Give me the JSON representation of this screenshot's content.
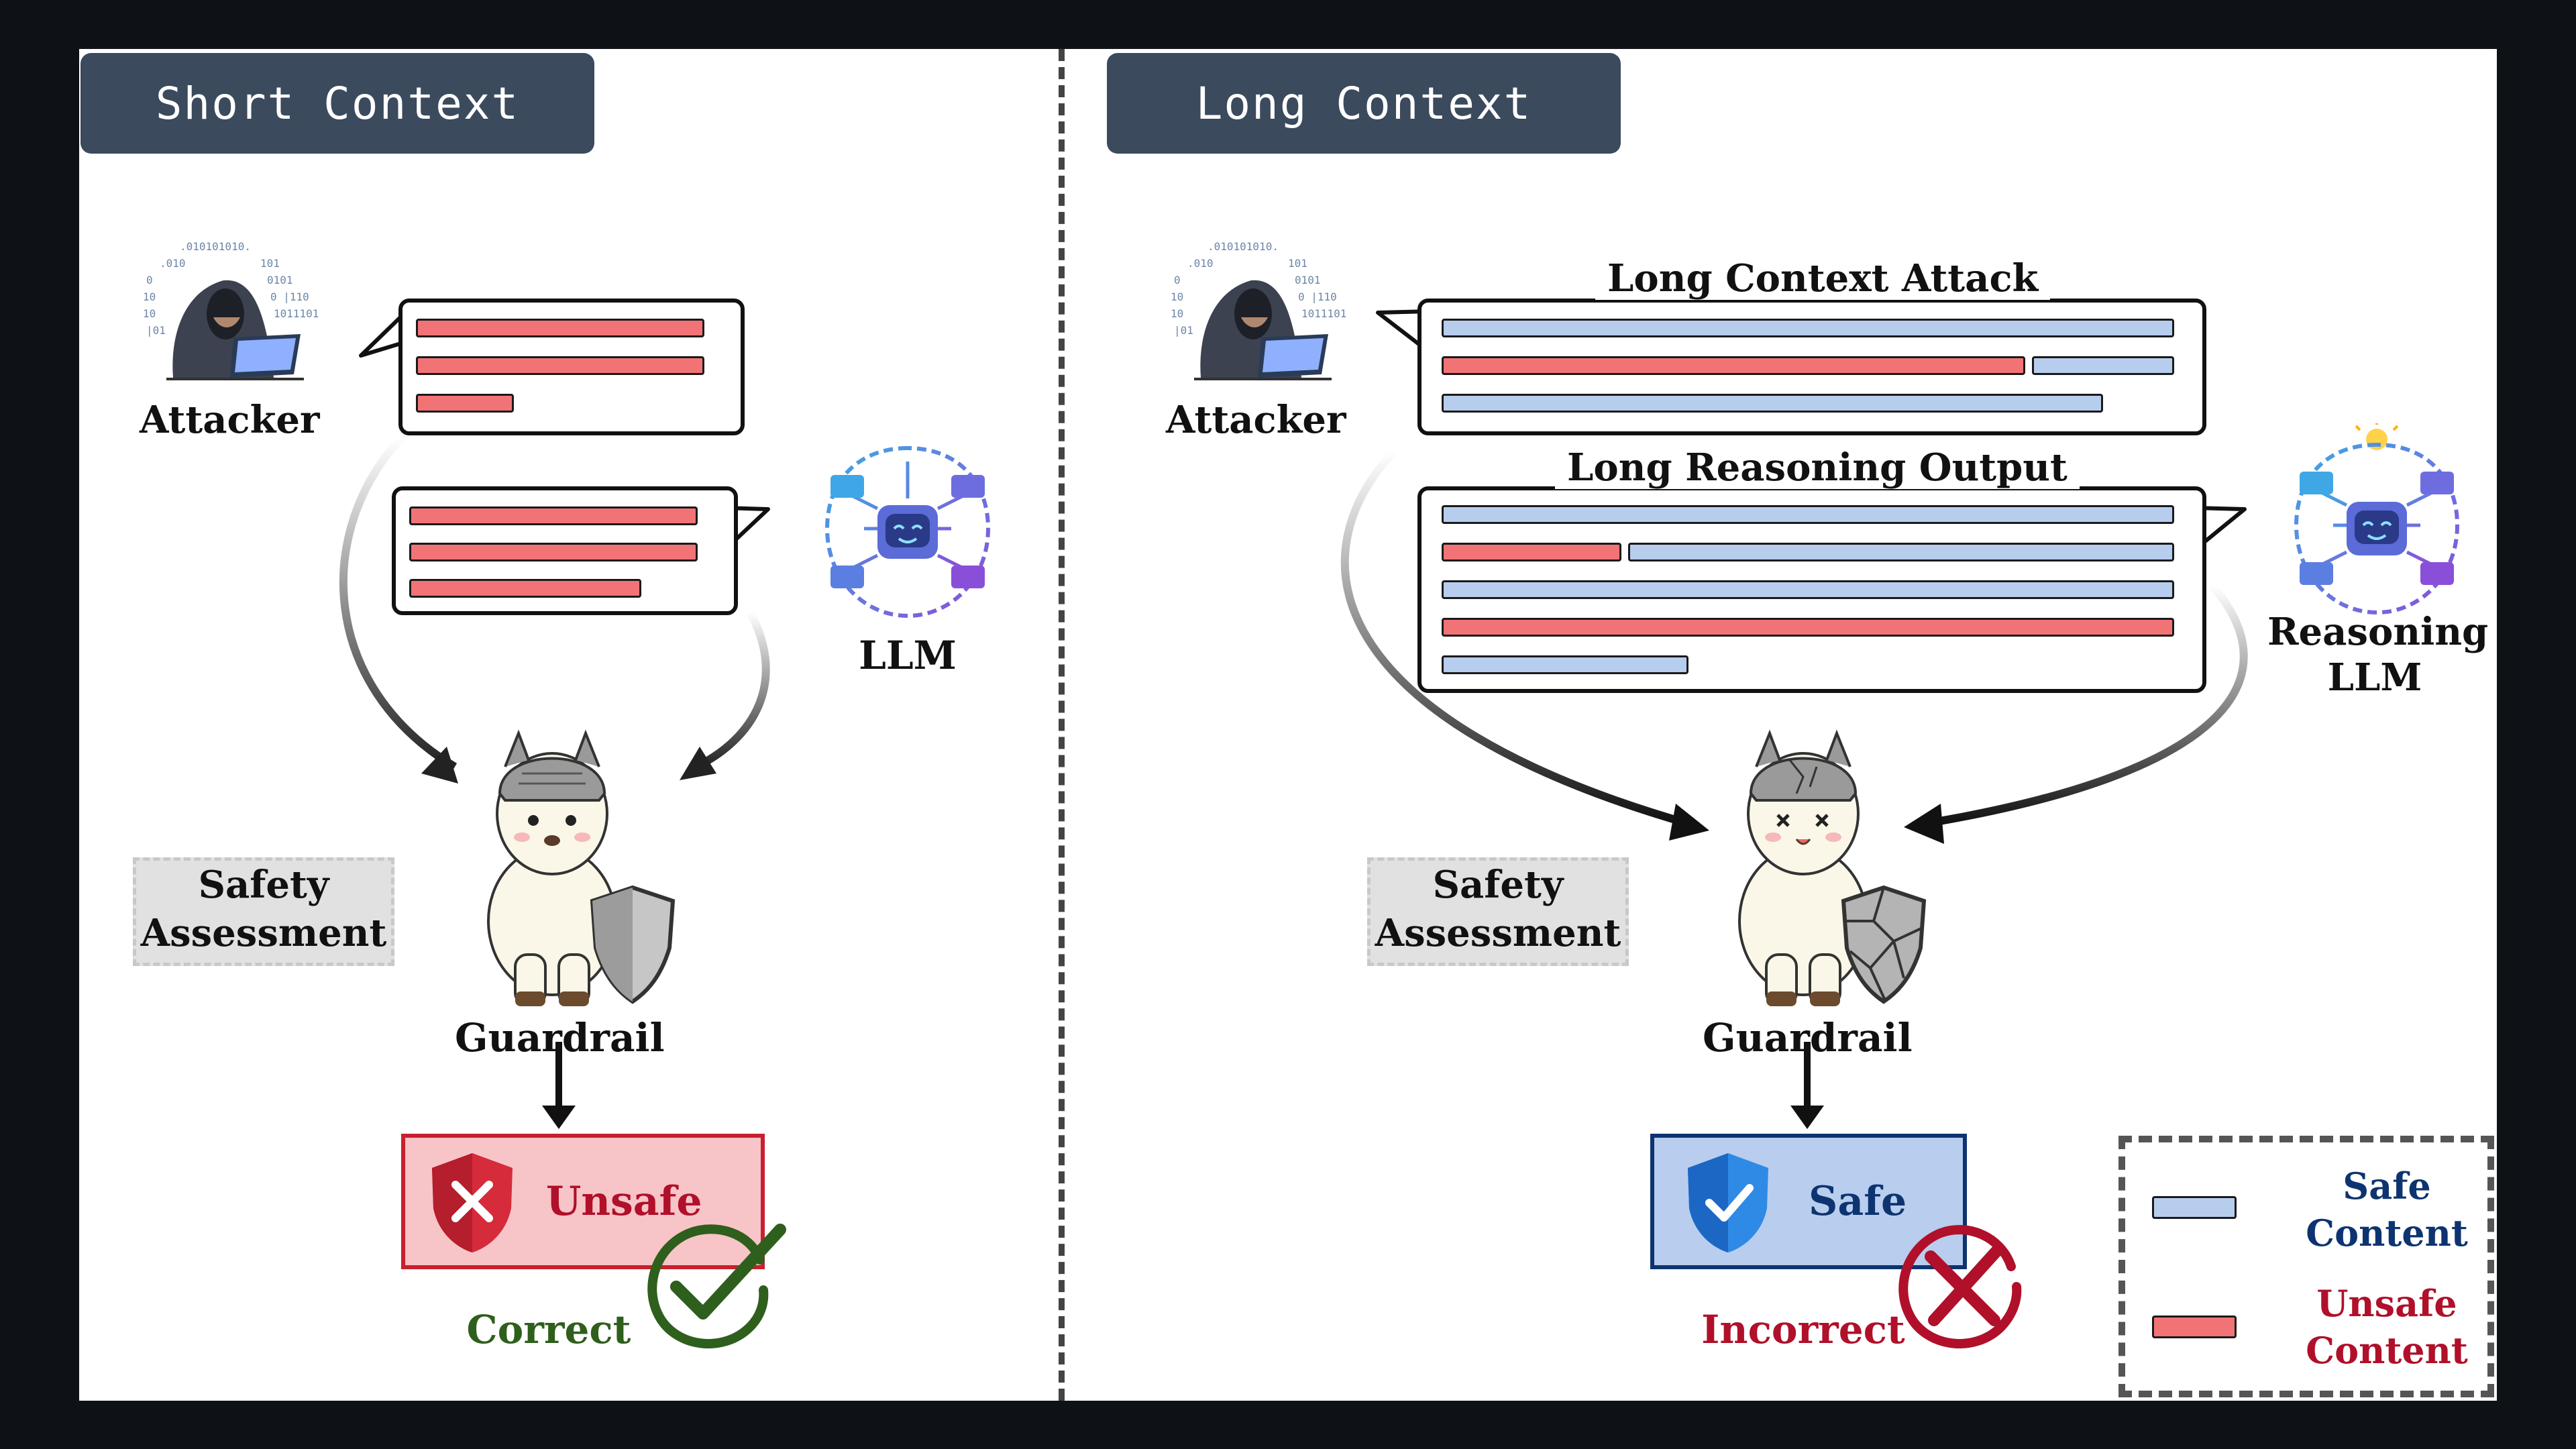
{
  "left_panel": {
    "title": "Short Context",
    "attacker_label": "Attacker",
    "llm_label": "LLM",
    "safety_label": "Safety Assessment",
    "guardrail_label": "Guardrail",
    "verdict_text": "Unsafe",
    "outcome_text": "Correct"
  },
  "right_panel": {
    "title": "Long Context",
    "attacker_label": "Attacker",
    "attack_tag": "Long Context Attack",
    "output_tag": "Long Reasoning Output",
    "llm_label": "Reasoning LLM",
    "safety_label": "Safety Assessment",
    "guardrail_label": "Guardrail",
    "verdict_text": "Safe",
    "outcome_text": "Incorrect"
  },
  "legend": {
    "safe_label": "Safe Content",
    "unsafe_label": "Unsafe Content"
  },
  "colors": {
    "header_bg": "#3b4a5d",
    "unsafe_bar": "#f27376",
    "safe_bar": "#b7cdee",
    "unsafe_text": "#b0102a",
    "safe_text": "#0d3470",
    "correct_text": "#2f5f1c"
  }
}
